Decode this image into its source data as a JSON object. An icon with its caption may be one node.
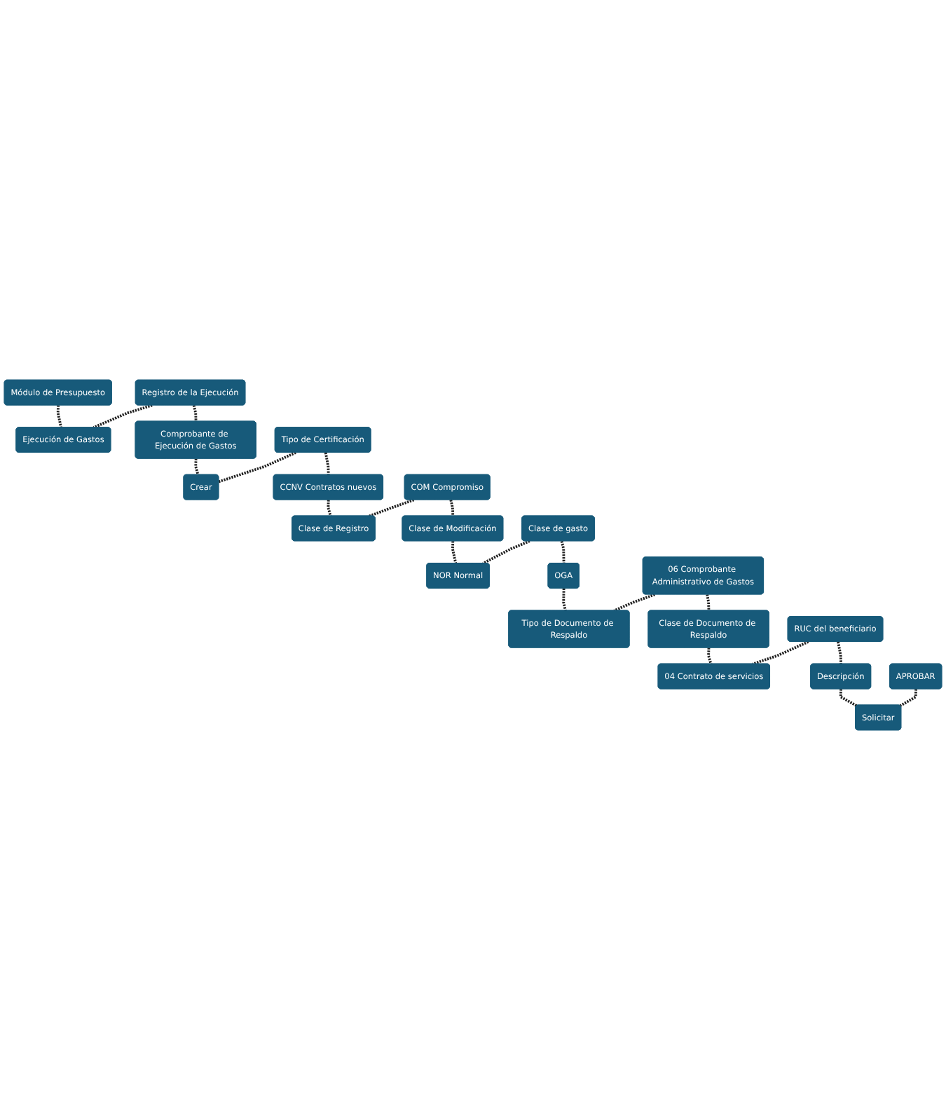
{
  "diagram": {
    "nodes": [
      {
        "text": [
          "Módulo de Presupuesto"
        ]
      },
      {
        "text": [
          "Ejecución de Gastos"
        ]
      },
      {
        "text": [
          "Registro de la Ejecución"
        ]
      },
      {
        "text": [
          "Tipo de Certificación"
        ]
      },
      {
        "text": [
          "Crear"
        ]
      },
      {
        "text": [
          "Comprobante de Ejecución de Gastos"
        ]
      },
      {
        "text": [
          "CCNV Contratos nuevos"
        ]
      },
      {
        "text": [
          "Clase de Registro"
        ]
      },
      {
        "text": [
          "COM Compromiso"
        ]
      },
      {
        "text": [
          "Clase de gasto"
        ]
      },
      {
        "text": [
          "NOR Normal"
        ]
      },
      {
        "text": [
          "Clase de Modificación"
        ]
      },
      {
        "text": [
          "OGA"
        ]
      },
      {
        "text": [
          "Tipo de Documento de Respaldo"
        ]
      },
      {
        "text": [
          "06 Comprobante Administrativo de Gastos"
        ]
      },
      {
        "text": [
          "RUC del beneficiario"
        ]
      },
      {
        "text": [
          "04 Contrato de servicios"
        ]
      },
      {
        "text": [
          "Clase de Documento de Respaldo"
        ]
      },
      {
        "text": [
          "Descripción"
        ]
      },
      {
        "text": [
          "Solicitar"
        ]
      },
      {
        "text": [
          "APROBAR"
        ]
      }
    ],
    "edges": [
      {
        "from": 0,
        "to": 1,
        "arrow": "none",
        "style": "dashed"
      },
      {
        "from": 1,
        "to": 2,
        "arrow": "none",
        "style": "dashed"
      },
      {
        "from": 2,
        "to": 5,
        "arrow": "none",
        "style": "dashed"
      },
      {
        "from": 5,
        "to": 4,
        "arrow": "none",
        "style": "dashed"
      },
      {
        "from": 4,
        "to": 3,
        "arrow": "none",
        "style": "dashed"
      },
      {
        "from": 3,
        "to": 6,
        "arrow": "none",
        "style": "dashed"
      },
      {
        "from": 6,
        "to": 7,
        "arrow": "none",
        "style": "dashed"
      },
      {
        "from": 7,
        "to": 8,
        "arrow": "none",
        "style": "dashed"
      },
      {
        "from": 8,
        "to": 11,
        "arrow": "none",
        "style": "dashed"
      },
      {
        "from": 11,
        "to": 10,
        "arrow": "none",
        "style": "dashed"
      },
      {
        "from": 10,
        "to": 9,
        "arrow": "none",
        "style": "dashed"
      },
      {
        "from": 9,
        "to": 12,
        "arrow": "none",
        "style": "dashed"
      },
      {
        "from": 12,
        "to": 13,
        "arrow": "none",
        "style": "dashed"
      },
      {
        "from": 13,
        "to": 14,
        "arrow": "none",
        "style": "dashed"
      },
      {
        "from": 14,
        "to": 17,
        "arrow": "none",
        "style": "dashed"
      },
      {
        "from": 17,
        "to": 16,
        "arrow": "none",
        "style": "dashed"
      },
      {
        "from": 16,
        "to": 15,
        "arrow": "none",
        "style": "dashed"
      },
      {
        "from": 15,
        "to": 18,
        "arrow": "none",
        "style": "dashed"
      },
      {
        "from": 18,
        "to": 19,
        "arrow": "none",
        "style": "dashed"
      },
      {
        "from": 19,
        "to": 20,
        "arrow": "none",
        "style": "dashed"
      }
    ]
  }
}
